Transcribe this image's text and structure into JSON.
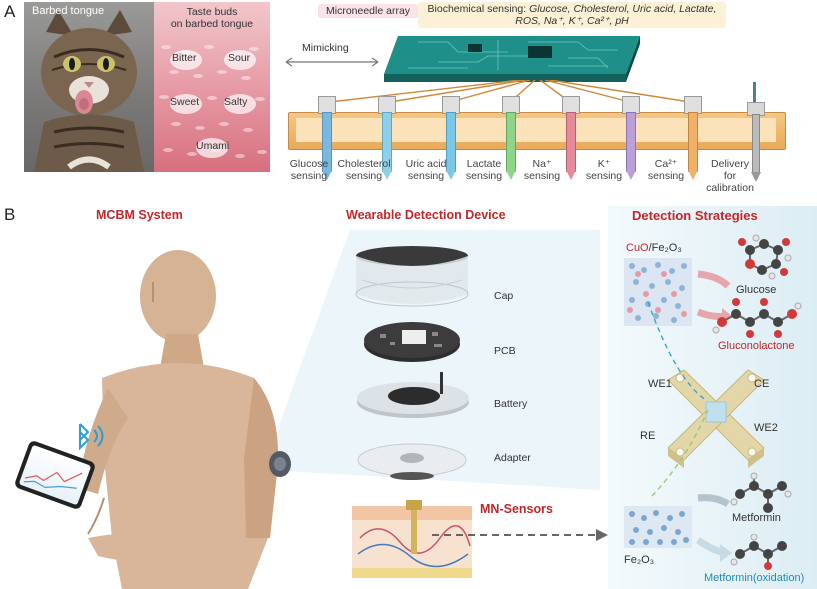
{
  "panel_a": {
    "letter": "A",
    "barbed_tongue": "Barbed tongue",
    "taste_title_line1": "Taste buds",
    "taste_title_line2": "on barbed tongue",
    "tastes": {
      "bitter": "Bitter",
      "sour": "Sour",
      "sweet": "Sweet",
      "salty": "Salty",
      "umami": "Umami"
    },
    "mimicking": "Mimicking",
    "microneedle_array": "Microneedle array",
    "biochem_prefix": "Biochemical sensing: ",
    "biochem_line1": "Glucose, Cholesterol, Uric acid, Lactate,",
    "biochem_line2": "ROS, Na⁺, K⁺, Ca²⁺, pH",
    "sensors": [
      {
        "line1": "Glucose",
        "line2": "sensing",
        "color": "#7ab8e0"
      },
      {
        "line1": "Cholesterol",
        "line2": "sensing",
        "color": "#8fd0e8"
      },
      {
        "line1": "Uric acid",
        "line2": "sensing",
        "color": "#7cc7e6"
      },
      {
        "line1": "Lactate",
        "line2": "sensing",
        "color": "#8fd48a"
      },
      {
        "line1": "Na⁺",
        "line2": "sensing",
        "color": "#e58a9a"
      },
      {
        "line1": "K⁺",
        "line2": "sensing",
        "color": "#b9a0d8"
      },
      {
        "line1": "Ca²⁺",
        "line2": "sensing",
        "color": "#f0b26b"
      },
      {
        "line1": "Delivery",
        "line2": "for",
        "line3": "calibration",
        "color": "#999999"
      }
    ]
  },
  "panel_b": {
    "letter": "B",
    "mcbm_title": "MCBM System",
    "wearable_title": "Wearable  Detection Device",
    "strategies_title": "Detection Strategies",
    "device_parts": {
      "cap": "Cap",
      "pcb": "PCB",
      "battery": "Battery",
      "adapter": "Adapter"
    },
    "mn_sensors": "MN-Sensors",
    "strategies": {
      "cuo": "CuO",
      "fe2o3_top": "/Fe₂O₃",
      "glucose": "Glucose",
      "gluconolactone": "Gluconolactone",
      "we1": "WE1",
      "ce": "CE",
      "re": "RE",
      "we2": "WE2",
      "metformin": "Metformin",
      "fe2o3_bottom": "Fe₂O₃",
      "metformin_ox": "Metformin(oxidation)"
    }
  }
}
